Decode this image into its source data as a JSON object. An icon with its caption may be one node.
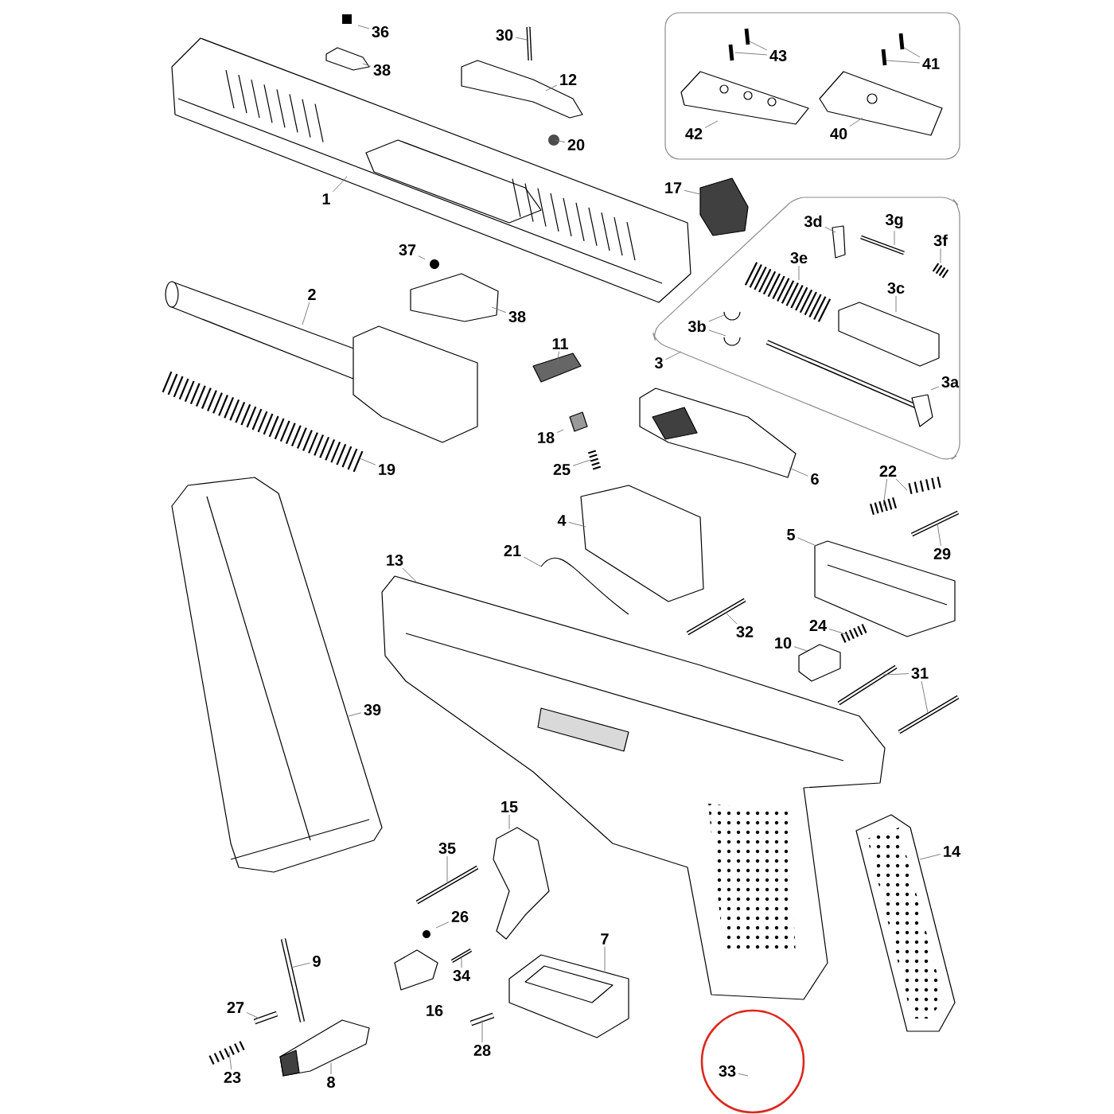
{
  "diagram": {
    "nodes": [
      {
        "text": [],
        "shape": "box"
      },
      {
        "text": [
          "43"
        ],
        "in": 0
      },
      {
        "text": [
          "41"
        ],
        "in": 0
      },
      {
        "text": [
          "42"
        ],
        "in": 0
      },
      {
        "text": [
          "40"
        ],
        "in": 0
      },
      {
        "text": [],
        "shape": "box"
      },
      {
        "text": [
          "3d"
        ],
        "in": 5
      },
      {
        "text": [
          "3g"
        ],
        "in": 5
      },
      {
        "text": [
          "3f"
        ],
        "in": 5
      },
      {
        "text": [
          "3e"
        ],
        "in": 5
      },
      {
        "text": [
          "3c"
        ],
        "in": 5
      },
      {
        "text": [
          "3b"
        ],
        "in": 5
      },
      {
        "text": [
          "3a"
        ],
        "in": 5
      },
      {
        "text": [],
        "shape": "circle"
      },
      {
        "text": [
          "33"
        ],
        "in": 13
      },
      {
        "text": [
          "36"
        ]
      },
      {
        "text": [
          "38"
        ]
      },
      {
        "text": [
          "30"
        ]
      },
      {
        "text": [
          "12"
        ]
      },
      {
        "text": [
          "20"
        ]
      },
      {
        "text": [
          "1"
        ]
      },
      {
        "text": [
          "17"
        ]
      },
      {
        "text": [
          "37"
        ]
      },
      {
        "text": [
          "2"
        ]
      },
      {
        "text": [
          "38"
        ]
      },
      {
        "text": [
          "11"
        ]
      },
      {
        "text": [
          "3"
        ]
      },
      {
        "text": [
          "19"
        ]
      },
      {
        "text": [
          "18"
        ]
      },
      {
        "text": [
          "25"
        ]
      },
      {
        "text": [
          "4"
        ]
      },
      {
        "text": [
          "6"
        ]
      },
      {
        "text": [
          "22"
        ]
      },
      {
        "text": [
          "21"
        ]
      },
      {
        "text": [
          "13"
        ]
      },
      {
        "text": [
          "5"
        ]
      },
      {
        "text": [
          "29"
        ]
      },
      {
        "text": [
          "32"
        ]
      },
      {
        "text": [
          "24"
        ]
      },
      {
        "text": [
          "10"
        ]
      },
      {
        "text": [
          "31"
        ]
      },
      {
        "text": [
          "39"
        ]
      },
      {
        "text": [
          "15"
        ]
      },
      {
        "text": [
          "35"
        ]
      },
      {
        "text": [
          "14"
        ]
      },
      {
        "text": [
          "26"
        ]
      },
      {
        "text": [
          "9"
        ]
      },
      {
        "text": [
          "34"
        ]
      },
      {
        "text": [
          "7"
        ]
      },
      {
        "text": [
          "16"
        ]
      },
      {
        "text": [
          "27"
        ]
      },
      {
        "text": [
          "28"
        ]
      },
      {
        "text": [
          "23"
        ]
      },
      {
        "text": [
          "8"
        ]
      }
    ],
    "edges": [
      {
        "from": 1,
        "to": null,
        "arrow": "none"
      },
      {
        "from": 1,
        "to": null,
        "arrow": "none"
      },
      {
        "from": 2,
        "to": null,
        "arrow": "none"
      },
      {
        "from": 2,
        "to": null,
        "arrow": "none"
      },
      {
        "from": 3,
        "to": null,
        "arrow": "none"
      },
      {
        "from": 4,
        "to": null,
        "arrow": "none"
      },
      {
        "from": 6,
        "to": null,
        "arrow": "none"
      },
      {
        "from": 7,
        "to": null,
        "arrow": "none"
      },
      {
        "from": 8,
        "to": null,
        "arrow": "none"
      },
      {
        "from": 9,
        "to": null,
        "arrow": "none"
      },
      {
        "from": 10,
        "to": null,
        "arrow": "none"
      },
      {
        "from": 11,
        "to": null,
        "arrow": "none"
      },
      {
        "from": 11,
        "to": null,
        "arrow": "none"
      },
      {
        "from": 12,
        "to": null,
        "arrow": "none"
      },
      {
        "from": 14,
        "to": null,
        "arrow": "none"
      },
      {
        "from": 15,
        "to": null,
        "arrow": "none"
      },
      {
        "from": 16,
        "to": null,
        "arrow": "none"
      },
      {
        "from": 17,
        "to": null,
        "arrow": "none"
      },
      {
        "from": 18,
        "to": null,
        "arrow": "none"
      },
      {
        "from": 19,
        "to": null,
        "arrow": "none"
      },
      {
        "from": 20,
        "to": null,
        "arrow": "none"
      },
      {
        "from": 21,
        "to": null,
        "arrow": "none"
      },
      {
        "from": 22,
        "to": null,
        "arrow": "none"
      },
      {
        "from": 23,
        "to": null,
        "arrow": "none"
      },
      {
        "from": 24,
        "to": null,
        "arrow": "none"
      },
      {
        "from": 25,
        "to": null,
        "arrow": "none"
      },
      {
        "from": 26,
        "to": 5,
        "arrow": "none"
      },
      {
        "from": 27,
        "to": null,
        "arrow": "none"
      },
      {
        "from": 28,
        "to": null,
        "arrow": "none"
      },
      {
        "from": 29,
        "to": null,
        "arrow": "none"
      },
      {
        "from": 30,
        "to": null,
        "arrow": "none"
      },
      {
        "from": 31,
        "to": null,
        "arrow": "none"
      },
      {
        "from": 32,
        "to": null,
        "arrow": "none"
      },
      {
        "from": 32,
        "to": null,
        "arrow": "none"
      },
      {
        "from": 33,
        "to": null,
        "arrow": "none"
      },
      {
        "from": 34,
        "to": null,
        "arrow": "none"
      },
      {
        "from": 35,
        "to": null,
        "arrow": "none"
      },
      {
        "from": 36,
        "to": null,
        "arrow": "none"
      },
      {
        "from": 37,
        "to": null,
        "arrow": "none"
      },
      {
        "from": 38,
        "to": null,
        "arrow": "none"
      },
      {
        "from": 39,
        "to": null,
        "arrow": "none"
      },
      {
        "from": 40,
        "to": null,
        "arrow": "none"
      },
      {
        "from": 40,
        "to": null,
        "arrow": "none"
      },
      {
        "from": 41,
        "to": null,
        "arrow": "none"
      },
      {
        "from": 42,
        "to": null,
        "arrow": "none"
      },
      {
        "from": 43,
        "to": null,
        "arrow": "none"
      },
      {
        "from": 44,
        "to": null,
        "arrow": "none"
      },
      {
        "from": 45,
        "to": null,
        "arrow": "none"
      },
      {
        "from": 46,
        "to": null,
        "arrow": "none"
      },
      {
        "from": 47,
        "to": null,
        "arrow": "none"
      },
      {
        "from": 48,
        "to": null,
        "arrow": "none"
      },
      {
        "from": 50,
        "to": null,
        "arrow": "none"
      },
      {
        "from": 51,
        "to": null,
        "arrow": "none"
      },
      {
        "from": 52,
        "to": null,
        "arrow": "none"
      },
      {
        "from": 53,
        "to": null,
        "arrow": "none"
      }
    ]
  }
}
